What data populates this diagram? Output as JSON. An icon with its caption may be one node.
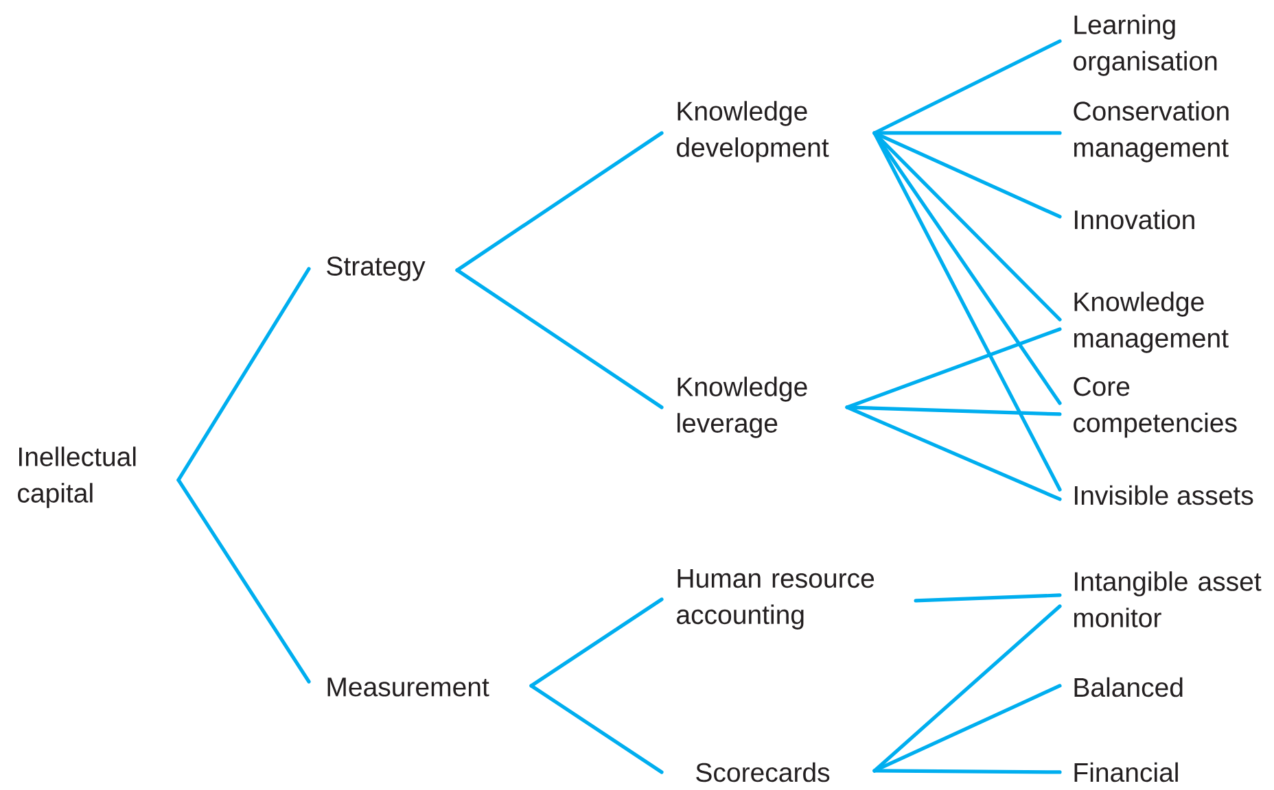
{
  "diagram": {
    "nodes": [
      {
        "text": [
          "Inellectual capital"
        ]
      },
      {
        "text": [
          "Strategy"
        ]
      },
      {
        "text": [
          "Measurement"
        ]
      },
      {
        "text": [
          "Knowledge development"
        ]
      },
      {
        "text": [
          "Knowledge leverage"
        ]
      },
      {
        "text": [
          "Human resource accounting"
        ]
      },
      {
        "text": [
          "Scorecards"
        ]
      },
      {
        "text": [
          "Learning organisation"
        ]
      },
      {
        "text": [
          "Conservation management"
        ]
      },
      {
        "text": [
          "Innovation"
        ]
      },
      {
        "text": [
          "Knowledge management"
        ]
      },
      {
        "text": [
          "Core competencies"
        ]
      },
      {
        "text": [
          "Invisible assets"
        ]
      },
      {
        "text": [
          "Intangible asset monitor"
        ]
      },
      {
        "text": [
          "Balanced"
        ]
      },
      {
        "text": [
          "Financial"
        ]
      }
    ],
    "edges": [
      {
        "from": 0,
        "to": 1,
        "arrow": "none"
      },
      {
        "from": 0,
        "to": 2,
        "arrow": "none"
      },
      {
        "from": 1,
        "to": 3,
        "arrow": "none"
      },
      {
        "from": 1,
        "to": 4,
        "arrow": "none"
      },
      {
        "from": 2,
        "to": 5,
        "arrow": "none"
      },
      {
        "from": 2,
        "to": 6,
        "arrow": "none"
      },
      {
        "from": 3,
        "to": 7,
        "arrow": "none"
      },
      {
        "from": 3,
        "to": 8,
        "arrow": "none"
      },
      {
        "from": 3,
        "to": 9,
        "arrow": "none"
      },
      {
        "from": 3,
        "to": 10,
        "arrow": "none"
      },
      {
        "from": 3,
        "to": 11,
        "arrow": "none"
      },
      {
        "from": 3,
        "to": 12,
        "arrow": "none"
      },
      {
        "from": 4,
        "to": 10,
        "arrow": "none"
      },
      {
        "from": 4,
        "to": 11,
        "arrow": "none"
      },
      {
        "from": 4,
        "to": 12,
        "arrow": "none"
      },
      {
        "from": 5,
        "to": 13,
        "arrow": "none"
      },
      {
        "from": 6,
        "to": 13,
        "arrow": "none"
      },
      {
        "from": 6,
        "to": 14,
        "arrow": "none"
      },
      {
        "from": 6,
        "to": 15,
        "arrow": "none"
      }
    ]
  }
}
